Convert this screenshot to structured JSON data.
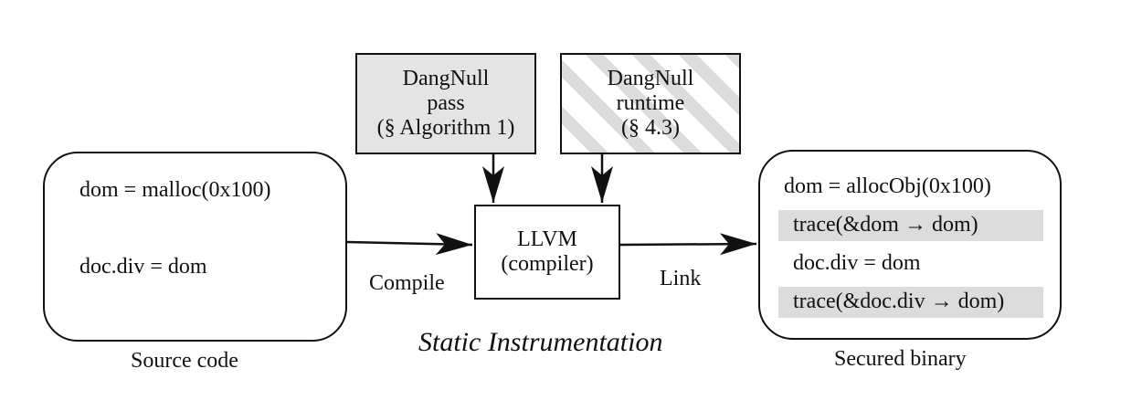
{
  "nodes": {
    "source": {
      "lines": [
        "dom = malloc(0x100)",
        "doc.div = dom"
      ],
      "caption": "Source code"
    },
    "pass": {
      "lines": [
        "DangNull",
        "pass",
        "(§ Algorithm 1)"
      ]
    },
    "runtime": {
      "lines": [
        "DangNull",
        "runtime",
        "(§ 4.3)"
      ]
    },
    "llvm": {
      "lines": [
        "LLVM",
        "(compiler)"
      ]
    },
    "binary": {
      "lines": [
        "dom = allocObj(0x100)",
        "trace(&dom → dom)",
        "doc.div = dom",
        "trace(&doc.div → dom)"
      ],
      "highlighted": [
        false,
        true,
        false,
        true
      ],
      "caption": "Secured binary"
    }
  },
  "edges": {
    "compile": "Compile",
    "link": "Link"
  },
  "stage_label": "Static Instrumentation",
  "colors": {
    "stroke": "#111111",
    "pass_fill": "#e4e4e4",
    "highlight": "#dcdcdc",
    "stripe": "#dcdcdc"
  }
}
